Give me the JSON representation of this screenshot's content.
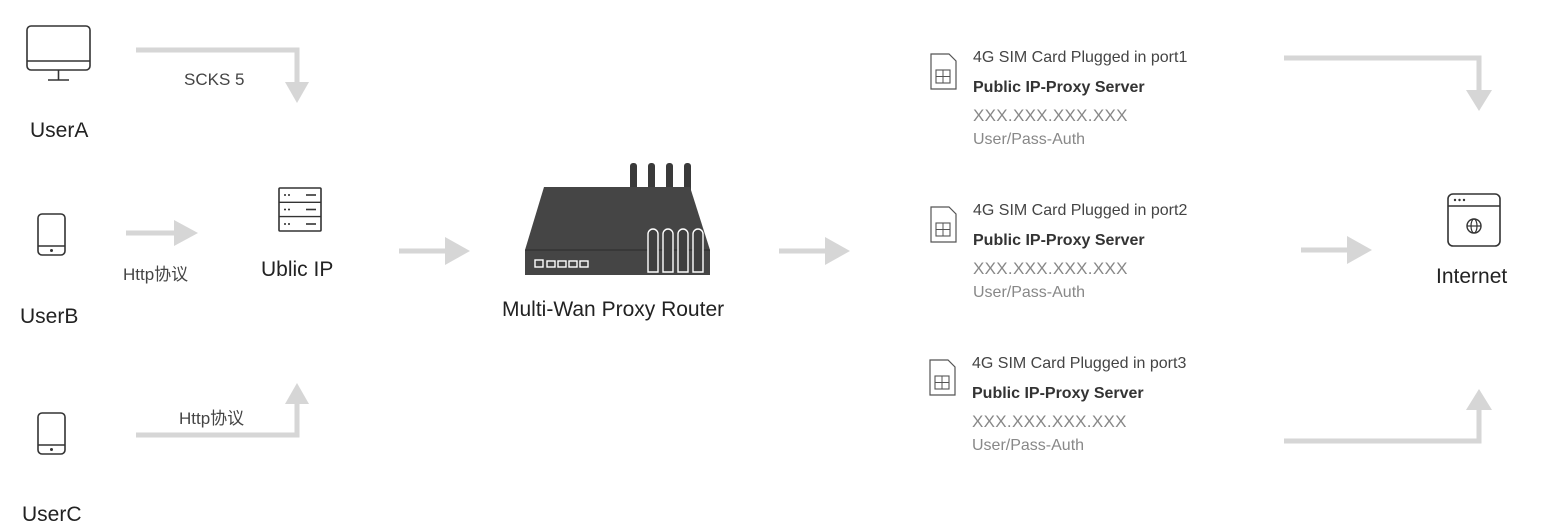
{
  "users": [
    {
      "name": "UserA",
      "protocol": "SCKS 5",
      "icon": "monitor-icon"
    },
    {
      "name": "UserB",
      "protocol": "Http协议",
      "icon": "phone-icon"
    },
    {
      "name": "UserC",
      "protocol": "Http协议",
      "icon": "phone-icon"
    }
  ],
  "hub": {
    "label": "Ublic IP",
    "icon": "server-icon"
  },
  "router": {
    "label": "Multi-Wan Proxy Router",
    "icon": "router-icon"
  },
  "sims": [
    {
      "title": "4G SIM Card Plugged in port1",
      "server": "Public IP-Proxy Server",
      "ip": "XXX.XXX.XXX.XXX",
      "auth": "User/Pass-Auth",
      "icon": "sim-card-icon"
    },
    {
      "title": "4G SIM Card Plugged in port2",
      "server": "Public IP-Proxy Server",
      "ip": "XXX.XXX.XXX.XXX",
      "auth": "User/Pass-Auth",
      "icon": "sim-card-icon"
    },
    {
      "title": "4G SIM Card Plugged in port3",
      "server": "Public IP-Proxy Server",
      "ip": "XXX.XXX.XXX.XXX",
      "auth": "User/Pass-Auth",
      "icon": "sim-card-icon"
    }
  ],
  "internet": {
    "label": "Internet",
    "icon": "browser-globe-icon"
  },
  "colors": {
    "arrow": "#d6d6d6",
    "icon_stroke": "#333333"
  }
}
